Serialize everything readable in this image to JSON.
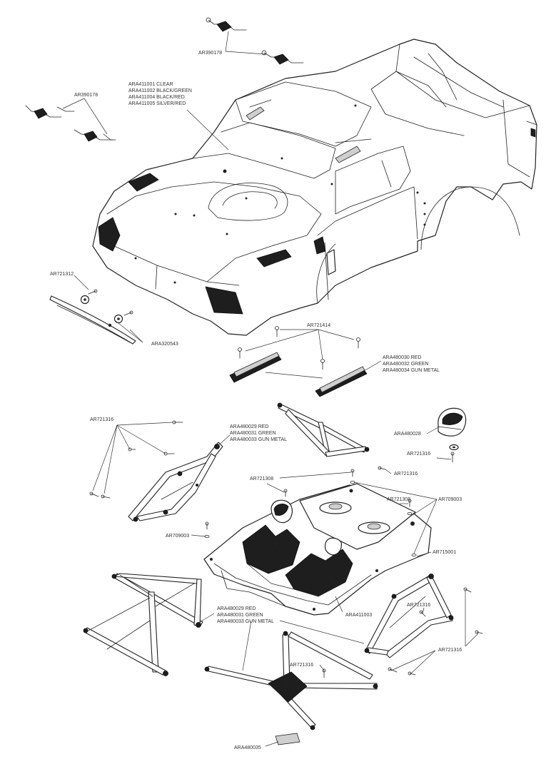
{
  "labels": {
    "clip_top": "AR390178",
    "clip_left": "AR390178",
    "body_variants": [
      "ARA411001 CLEAR",
      "ARA411002 BLACK/GREEN",
      "ARA411004 BLACK/RED",
      "ARA411005 SILVER/RED"
    ],
    "bumper_screw": "AR721312",
    "bumper_part": "ARA320543",
    "step_screws": "AR721414",
    "step_variants": [
      "ARA480030 RED",
      "ARA480032 GREEN",
      "ARA480034 GUN METAL"
    ],
    "rear_cage_variants": [
      "ARA480029 RED",
      "ARA480031 GREEN",
      "ARA480033 GUN METAL"
    ],
    "screw_left_group": "AR721316",
    "helmet": "ARA480028",
    "screw_helmet": "AR721316",
    "screw_mid_right": "AR721316",
    "screw_interior_top": "AR721308",
    "screw_interior_right": "AR721308",
    "washer_right": "AR709003",
    "washer_left": "AR709003",
    "nut_right": "AR715001",
    "interior": "ARA411003",
    "lower_cage_variants": [
      "ARA480029 RED",
      "ARA480031 GREEN",
      "ARA480033 GUN METAL"
    ],
    "screw_lower_right_a": "AR721316",
    "screw_lower_right_b": "AR721316",
    "screw_lower_center": "AR721316",
    "plate_bottom": "ARA480035"
  }
}
